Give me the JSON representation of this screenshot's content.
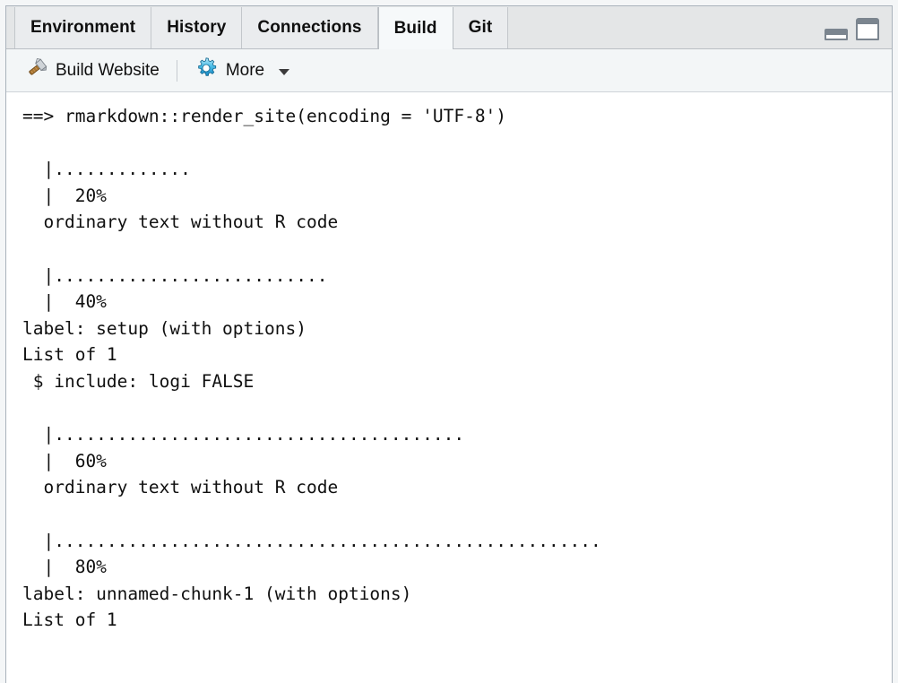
{
  "window": {
    "controls": [
      {
        "name": "minimize",
        "label": "Minimize pane"
      },
      {
        "name": "maximize",
        "label": "Maximize pane"
      }
    ]
  },
  "tabs": [
    {
      "label": "Environment",
      "active": false
    },
    {
      "label": "History",
      "active": false
    },
    {
      "label": "Connections",
      "active": false
    },
    {
      "label": "Build",
      "active": true
    },
    {
      "label": "Git",
      "active": false
    }
  ],
  "toolbar": {
    "build_website_label": "Build Website",
    "build_website_icon": "hammer-icon",
    "more_label": "More",
    "more_icon": "gear-icon",
    "more_caret": "chevron-down-icon"
  },
  "console": {
    "command": "==> rmarkdown::render_site(encoding = 'UTF-8')",
    "command_color": "#1414e6",
    "output": "\n  |.............\n  |  20%\n  ordinary text without R code\n\n  |..........................\n  |  40%\nlabel: setup (with options)\nList of 1\n $ include: logi FALSE\n\n  |.......................................\n  |  60%\n  ordinary text without R code\n\n  |....................................................\n  |  80%\nlabel: unnamed-chunk-1 (with options)\nList of 1",
    "output_color": "#101010",
    "progress_steps": [
      {
        "percent": "20%",
        "dots": 13,
        "message": "ordinary text without R code"
      },
      {
        "percent": "40%",
        "dots": 26,
        "message": "label: setup (with options)"
      },
      {
        "percent": "60%",
        "dots": 39,
        "message": "ordinary text without R code"
      },
      {
        "percent": "80%",
        "dots": 52,
        "message": "label: unnamed-chunk-1 (with options)"
      }
    ]
  }
}
